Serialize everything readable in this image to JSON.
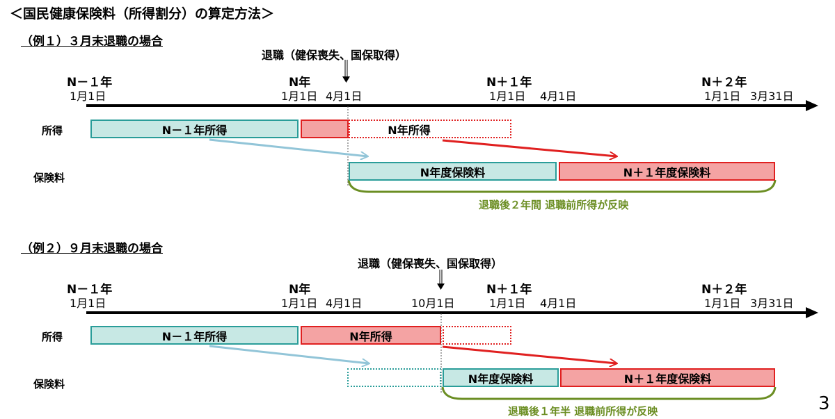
{
  "title": "＜国民健康保険料（所得割分）の算定方法＞",
  "page_number": "3",
  "row_labels": {
    "income": "所得",
    "premium": "保険料"
  },
  "examples": [
    {
      "heading": "（例１）３月末退職の場合",
      "retire_label": "退職（健保喪失、国保取得）",
      "years": [
        "N－１年",
        "N年",
        "N＋１年",
        "N＋２年"
      ],
      "dates": {
        "n_minus1_jan1": "1月1日",
        "n_jan1": "1月1日",
        "n_apr1": "4月1日",
        "n_plus1_jan1": "1月1日",
        "n_plus1_apr1": "4月1日",
        "n_plus2_jan1": "1月1日",
        "n_plus2_mar31": "3月31日"
      },
      "income_boxes": [
        "N－１年所得",
        "",
        "N年所得"
      ],
      "premium_boxes": [
        "N年度保険料",
        "N＋１年度保険料"
      ],
      "note": "退職後２年間 退職前所得が反映"
    },
    {
      "heading": "（例２）９月末退職の場合",
      "retire_label": "退職（健保喪失、国保取得）",
      "years": [
        "N－１年",
        "N年",
        "N＋１年",
        "N＋２年"
      ],
      "dates": {
        "n_minus1_jan1": "1月1日",
        "n_jan1": "1月1日",
        "n_apr1": "4月1日",
        "n_oct1": "10月1日",
        "n_plus1_jan1": "1月1日",
        "n_plus1_apr1": "4月1日",
        "n_plus2_jan1": "1月1日",
        "n_plus2_mar31": "3月31日"
      },
      "income_boxes": [
        "N－１年所得",
        "N年所得",
        ""
      ],
      "premium_boxes": [
        "",
        "N年度保険料",
        "N＋１年度保険料"
      ],
      "note": "退職後１年半 退職前所得が反映"
    }
  ],
  "colors": {
    "teal_fill": "#c7e8e4",
    "teal_border": "#2a9d99",
    "red_fill": "#f4a3a3",
    "red_border": "#e02020",
    "light_blue_arrow": "#92c5d8",
    "note_green": "#6b8e23"
  }
}
